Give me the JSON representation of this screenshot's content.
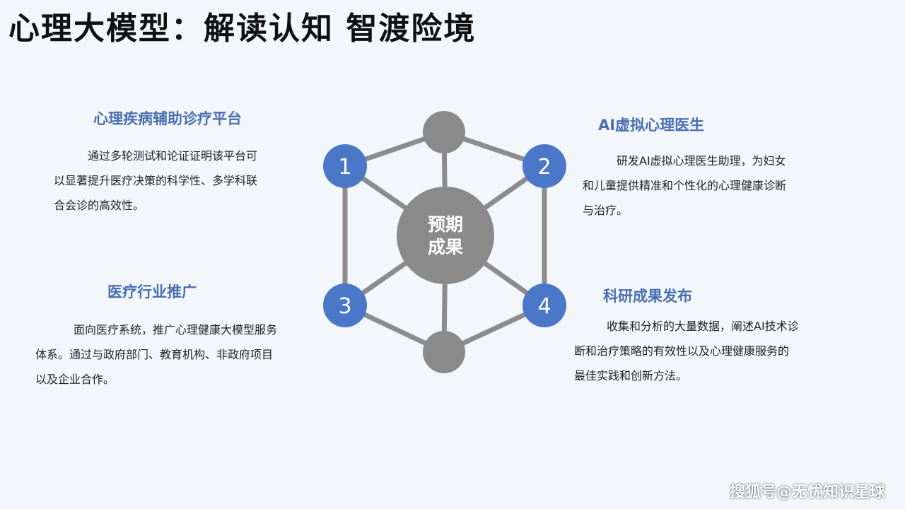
{
  "title": "心理大模型：解读认知 智渡险境",
  "center": {
    "line1": "预期",
    "line2": "成果"
  },
  "nodes": [
    "1",
    "2",
    "3",
    "4"
  ],
  "sections": [
    {
      "title": "心理疾病辅助诊疗平台",
      "lines": [
        "通过多轮测试和论证证明该平台可",
        "以显著提升医疗决策的科学性、多学科联",
        "合会诊的高效性。"
      ]
    },
    {
      "title": "AI虚拟心理医生",
      "lines": [
        "研发AI虚拟心理医生助理，为妇女",
        "和儿童提供精准和个性化的心理健康诊断",
        "与治疗。"
      ]
    },
    {
      "title": "医疗行业推广",
      "lines": [
        "面向医疗系统，推广心理健康大模型服务",
        "体系。通过与政府部门、教育机构、非政府项目",
        "以及企业合作。"
      ]
    },
    {
      "title": "科研成果发布",
      "lines": [
        "收集和分析的大量数据，阐述AI技术诊",
        "断和治疗策略的有效性以及心理健康服务的",
        "最佳实践和创新方法。"
      ]
    }
  ],
  "watermark": "搜狐号@无忧知识星球",
  "colors": {
    "accent": "#4a77c8",
    "node_gray": "#8a8a8a",
    "line_gray": "#8c8c8c",
    "title_blue": "#4a6fb0"
  }
}
